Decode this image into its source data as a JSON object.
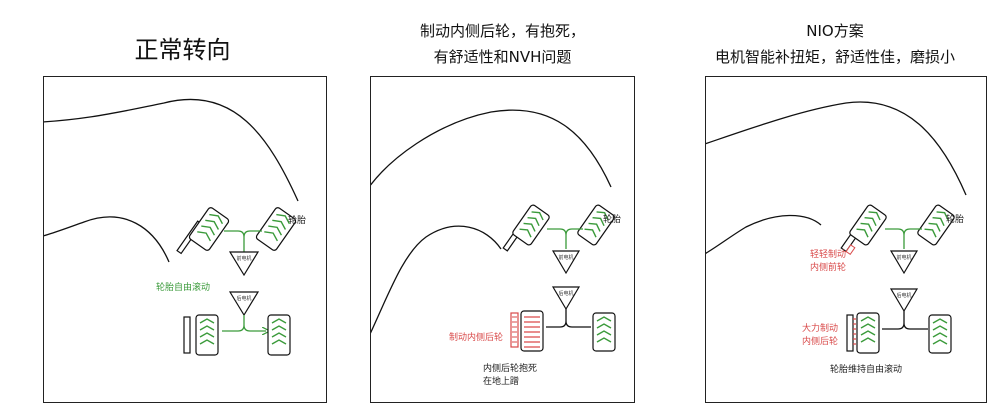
{
  "titles": {
    "normal": "正常转向",
    "brake_line1": "制动内侧后轮，有抱死，",
    "brake_line2": "有舒适性和NVH问题",
    "nio_line1": "NIO方案",
    "nio_line2": "电机智能补扭矩，舒适性佳，磨损小"
  },
  "panel1": {
    "tire_label": "轮胎",
    "free_roll": "轮胎自由滚动",
    "front_motor": "前电机",
    "rear_motor": "后电机"
  },
  "panel2": {
    "tire_label": "轮胎",
    "front_motor": "前电机",
    "rear_motor": "后电机",
    "brake_rear": "制动内侧后轮",
    "lockup_line1": "内侧后轮抱死",
    "lockup_line2": "在地上蹭"
  },
  "panel3": {
    "tire_label": "轮胎",
    "light_brake_line1": "轻轻制动",
    "light_brake_line2": "内侧前轮",
    "front_motor": "前电机",
    "rear_motor": "后电机",
    "heavy_brake_line1": "大力制动",
    "heavy_brake_line2": "内侧后轮",
    "free_roll": "轮胎维持自由滚动"
  },
  "colors": {
    "green": "#3a9a3a",
    "red": "#d94a4a",
    "dark": "#222222"
  }
}
